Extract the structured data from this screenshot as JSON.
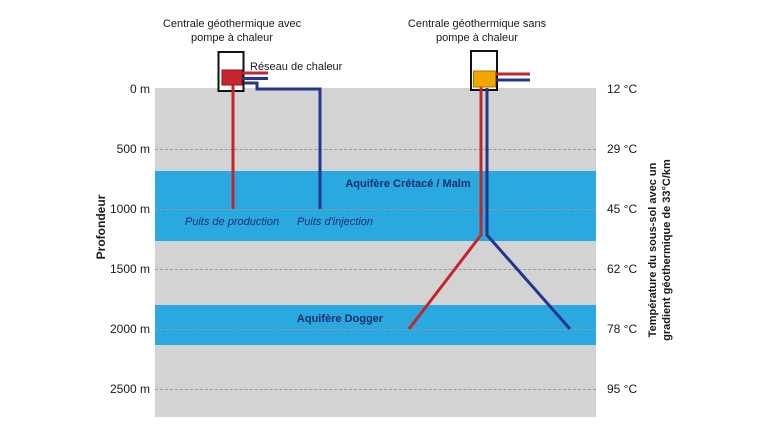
{
  "diagram": {
    "title_left": "Centrale géothermique avec\npompe à chaleur",
    "title_right": "Centrale géothermique sans\npompe à chaleur",
    "heat_network_label": "Réseau de chaleur",
    "left_axis_label": "Profondeur",
    "right_axis_label": "Température du sous-sol avec un\ngradient géothermique de 33°C/km",
    "depth_scale": [
      {
        "depth": "0 m",
        "temp": "12 °C"
      },
      {
        "depth": "500 m",
        "temp": "29 °C"
      },
      {
        "depth": "1000 m",
        "temp": "45 °C"
      },
      {
        "depth": "1500 m",
        "temp": "62 °C"
      },
      {
        "depth": "2000 m",
        "temp": "78 °C"
      },
      {
        "depth": "2500 m",
        "temp": "95 °C"
      }
    ],
    "aquifers": [
      {
        "label": "Aquifère Crétacé / Malm"
      },
      {
        "label": "Aquifère Dogger"
      }
    ],
    "wells": {
      "production_label": "Puits de production",
      "injection_label": "Puits d'injection"
    },
    "colors": {
      "ground_gray": "#d3d3d3",
      "aquifer_blue": "#29a9e0",
      "hot_pipe_red": "#c1272d",
      "cold_pipe_blue": "#26348c",
      "heat_pump_red": "#c9252c",
      "plant_unit_orange": "#f0a500",
      "label_navy": "#1c2e6b"
    }
  }
}
